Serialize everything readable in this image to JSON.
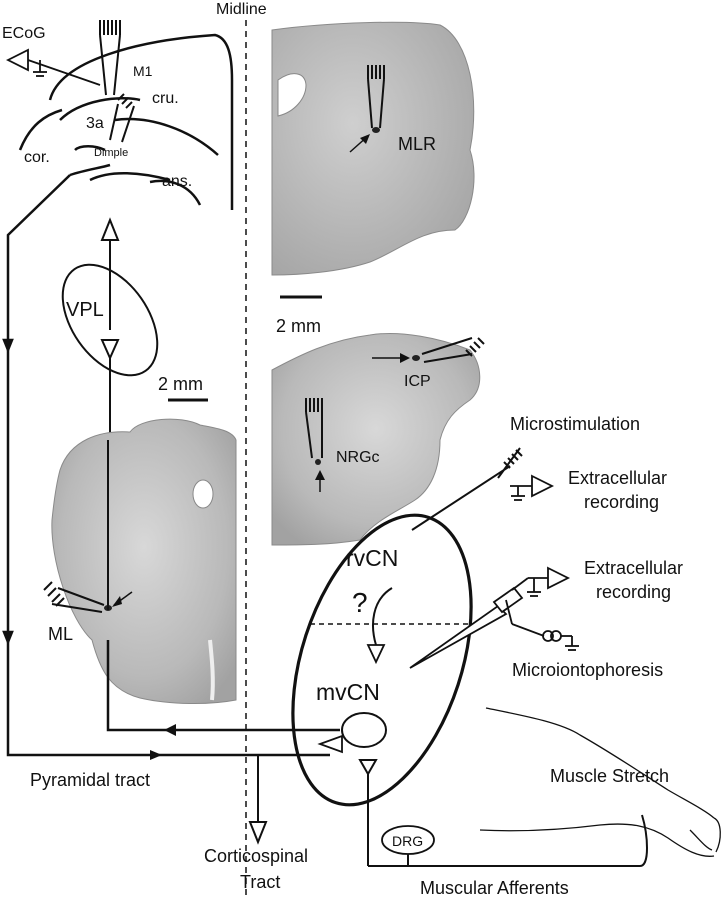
{
  "labels": {
    "midline": "Midline",
    "ecog": "ECoG",
    "m1": "M1",
    "cru": "cru.",
    "area3a": "3a",
    "dimple": "Dimple",
    "cor": "cor.",
    "ans": "ans.",
    "vpl": "VPL",
    "scale_left": "2 mm",
    "scale_right": "2 mm",
    "ml": "ML",
    "mlr": "MLR",
    "icp": "ICP",
    "nrgc": "NRGc",
    "microstimulation": "Microstimulation",
    "extracellular_1_line1": "Extracellular",
    "extracellular_1_line2": "recording",
    "extracellular_2_line1": "Extracellular",
    "extracellular_2_line2": "recording",
    "rvcn": "rvCN",
    "question": "?",
    "mvcn": "mvCN",
    "microiontophoresis": "Microiontophoresis",
    "muscle_stretch": "Muscle Stretch",
    "pyramidal_tract": "Pyramidal tract",
    "corticospinal_line1": "Corticospinal",
    "corticospinal_line2": "Tract",
    "drg": "DRG",
    "muscular_afferents": "Muscular Afferents"
  },
  "colors": {
    "ink": "#111111",
    "tissue_light": "#c9c9c9",
    "tissue_dark": "#9a9a9a",
    "paper": "#ffffff"
  }
}
